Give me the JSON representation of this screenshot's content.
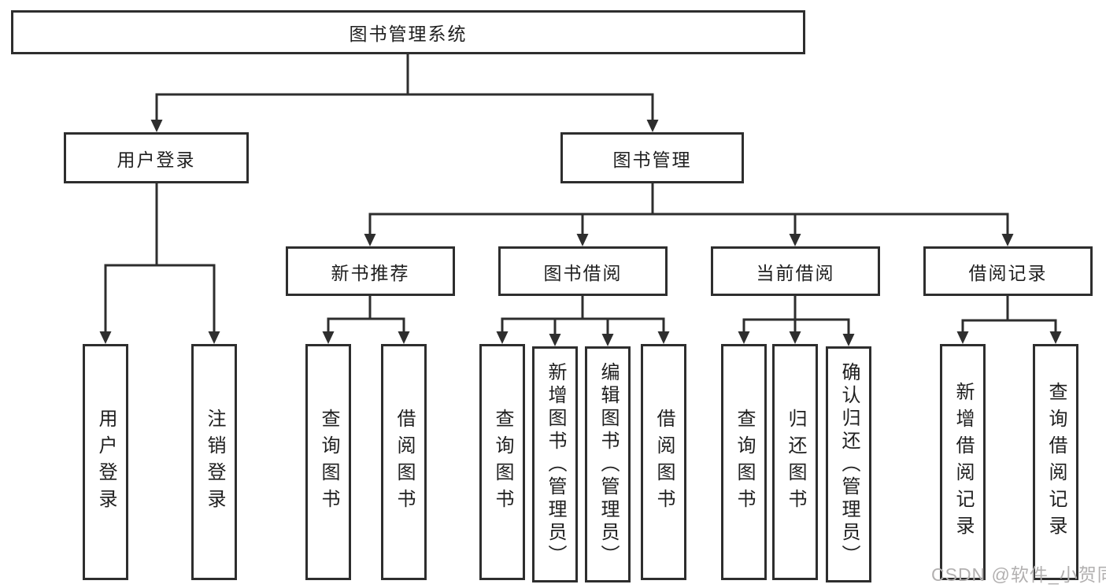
{
  "diagram": {
    "title": "图书管理系统",
    "watermark": "CSDN @软件_小贺同学",
    "colors": {
      "line": "#2e2e2e",
      "text": "#1f1f1f",
      "background": "#ffffff",
      "watermark": "#b2b0b0"
    },
    "level2": [
      {
        "label": "用户登录"
      },
      {
        "label": "图书管理"
      }
    ],
    "level3": [
      {
        "label": "新书推荐"
      },
      {
        "label": "图书借阅"
      },
      {
        "label": "当前借阅"
      },
      {
        "label": "借阅记录"
      }
    ],
    "leaves": {
      "user_login": [
        {
          "label": "用户登录"
        },
        {
          "label": "注销登录"
        }
      ],
      "new_book_recommend": [
        {
          "label": "查询图书"
        },
        {
          "label": "借阅图书"
        }
      ],
      "book_borrow": [
        {
          "label": "查询图书"
        },
        {
          "label": "新增图书（管理员）"
        },
        {
          "label": "编辑图书（管理员）"
        },
        {
          "label": "借阅图书"
        }
      ],
      "current_borrow": [
        {
          "label": "查询图书"
        },
        {
          "label": "归还图书"
        },
        {
          "label": "确认归还（管理员）"
        }
      ],
      "borrow_records": [
        {
          "label": "新增借阅记录"
        },
        {
          "label": "查询借阅记录"
        }
      ]
    }
  }
}
